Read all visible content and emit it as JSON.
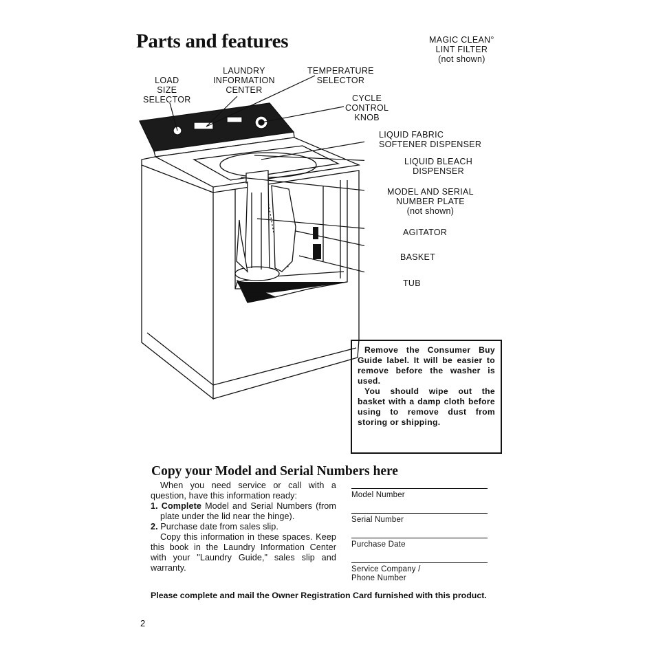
{
  "page": {
    "title": "Parts and features",
    "page_number": "2"
  },
  "labels": {
    "magic_clean": [
      "MAGIC CLEAN°",
      "LINT FILTER",
      "(not shown)"
    ],
    "load_size": [
      "LOAD",
      "SIZE",
      "SELECTOR"
    ],
    "laundry_info": [
      "LAUNDRY",
      "INFORMATION",
      "CENTER"
    ],
    "temperature": [
      "TEMPERATURE",
      "SELECTOR"
    ],
    "cycle": [
      "CYCLE",
      "CONTROL",
      "KNOB"
    ],
    "liquid_fabric": [
      "LIQUID FABRIC",
      "SOFTENER DISPENSER"
    ],
    "liquid_bleach": [
      "LIQUID BLEACH",
      "DISPENSER"
    ],
    "model_serial": [
      "MODEL AND SERIAL",
      "NUMBER PLATE",
      "(not shown)"
    ],
    "agitator": "AGITATOR",
    "basket": "BASKET",
    "tub": "TUB"
  },
  "notice": {
    "p1_bold": "Remove",
    "p1_rest": " the Consumer Buy Guide label. It will be easier to remove before the washer is used.",
    "p2": "You should wipe out the basket with a damp cloth before using to remove dust from storing or shipping."
  },
  "copy_section": {
    "heading": "Copy your Model and Serial Numbers here",
    "intro": "When you need service or call with a question, have this information ready:",
    "step1_num": "1.",
    "step1_bold": "Complete",
    "step1_rest": " Model and Serial Numbers (from plate under the lid near the hinge).",
    "step2_num": "2.",
    "step2_rest": " Purchase date from sales slip.",
    "closing": "Copy this information in these spaces. Keep this book in the Laundry Information Center with your \"Laundry Guide,\" sales slip and warranty.",
    "fields": [
      "Model Number",
      "Serial Number",
      "Purchase Date",
      "Service Company /",
      "Phone Number"
    ],
    "mail_note": "Please complete and mail the Owner Registration Card furnished with this product."
  }
}
